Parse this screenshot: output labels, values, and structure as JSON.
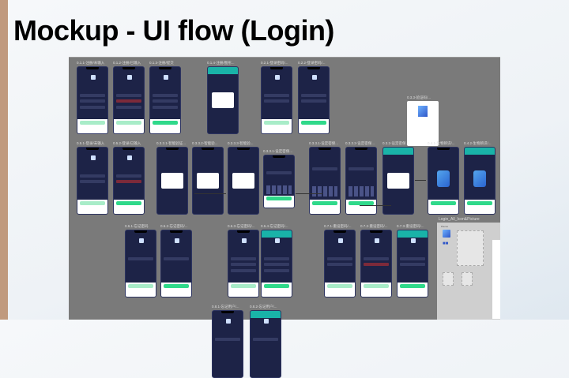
{
  "title": "Mockup - UI flow (Login)",
  "screens": [
    {
      "label": "0.1.1-注册/未输入",
      "type": "form",
      "fields": 3,
      "btn": "dim"
    },
    {
      "label": "0.1.2-注册/已输入",
      "type": "form",
      "fields": 3,
      "btn": "dim",
      "err": true
    },
    {
      "label": "0.1.3-注册/提交",
      "type": "form",
      "fields": 3,
      "btn": "on"
    },
    {
      "label": "0.1.4-注册/图形...",
      "type": "modal",
      "teal": true
    },
    {
      "label": "0.2.1-登录密码/...",
      "type": "form",
      "fields": 2,
      "btn": "dim"
    },
    {
      "label": "0.2.2-登录密码/...",
      "type": "form",
      "fields": 2,
      "btn": "on"
    },
    {
      "label": "0.3.3-验证码/...",
      "type": "card"
    },
    {
      "label": "0.5.1-登录/未输入",
      "type": "form",
      "fields": 2,
      "btn": "dim"
    },
    {
      "label": "0.5.2-登录/已输入",
      "type": "form",
      "fields": 2,
      "btn": "on",
      "err": true
    },
    {
      "label": "0.3.3.1-智能验证...",
      "type": "modal"
    },
    {
      "label": "0.3.3.2-智能验...",
      "type": "modal"
    },
    {
      "label": "0.3.3.3-智能验...",
      "type": "modal"
    },
    {
      "label": "0.3.3.1-设定密保...",
      "type": "keys",
      "btn": "on"
    },
    {
      "label": "0.3.3.1-设定密保...",
      "type": "keys",
      "btn": "on"
    },
    {
      "label": "0.3.3.2-设定密保...",
      "type": "keys",
      "btn": "on"
    },
    {
      "label": "0.3.2-设定密保...",
      "type": "modal",
      "teal": true
    },
    {
      "label": "0.4.1-生物辨识/...",
      "type": "illus",
      "btn": "on"
    },
    {
      "label": "0.4.2-生物辨识/...",
      "type": "illus",
      "btn": "on",
      "teal": true
    },
    {
      "label": "0.6.1-忘记密码",
      "type": "form",
      "fields": 1,
      "btn": "dim"
    },
    {
      "label": "0.6.2-忘记密码/...",
      "type": "form",
      "fields": 1,
      "btn": "on"
    },
    {
      "label": "0.6.3-忘记密码/...",
      "type": "form",
      "fields": 3,
      "btn": "dim"
    },
    {
      "label": "0.6.4-忘记密码/...",
      "type": "form",
      "fields": 3,
      "btn": "on",
      "teal": true
    },
    {
      "label": "0.7.1-重设密码/...",
      "type": "form",
      "fields": 2,
      "btn": "dim"
    },
    {
      "label": "0.7.2-重设密码/...",
      "type": "form",
      "fields": 2,
      "btn": "dim",
      "err": true
    },
    {
      "label": "0.7.3-重设密码/...",
      "type": "form",
      "fields": 2,
      "btn": "on",
      "teal": true
    },
    {
      "label": "0.8.1-忘记用户/...",
      "type": "form",
      "fields": 1
    },
    {
      "label": "0.8.2-忘记用户/...",
      "type": "form",
      "fields": 1,
      "teal": true
    }
  ],
  "assets_panel": {
    "label": "Login_All_Icon&Picture",
    "sub": "Pieces"
  }
}
